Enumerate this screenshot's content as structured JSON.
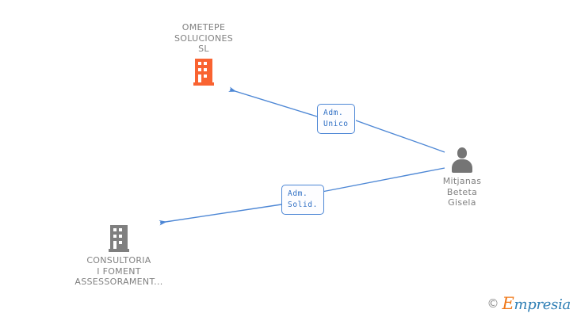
{
  "diagram": {
    "type": "corporate-relationship-graph",
    "background_color": "#ffffff",
    "edge_color": "#4d87d5",
    "company_color": "#f96331",
    "related_company_color": "#7f7f7f",
    "person_color": "#757575",
    "label_text_color": "#808080"
  },
  "nodes": {
    "company": {
      "label": "OMETEPE\nSOLUCIONES\nSL",
      "icon": "building-icon",
      "color": "#f96331",
      "label_position": "above"
    },
    "person": {
      "label": "Mitjanas\nBeteta\nGisela",
      "icon": "person-icon",
      "color": "#757575",
      "label_position": "below"
    },
    "related_company": {
      "label": "CONSULTORIA\nI FOMENT\nASSESSORAMENT...",
      "icon": "building-icon",
      "color": "#7f7f7f",
      "label_position": "below"
    }
  },
  "edges": [
    {
      "id": "edge-adm-unico",
      "from": "person",
      "to": "company",
      "label": "Adm.\nUnico",
      "color": "#4d87d5"
    },
    {
      "id": "edge-adm-solid",
      "from": "person",
      "to": "related_company",
      "label": "Adm.\nSolid.",
      "color": "#4d87d5"
    }
  ],
  "watermark": {
    "copyright": "©",
    "brand_initial": "E",
    "brand_rest": "mpresia",
    "brand_color": "#2f7fb5",
    "initial_color": "#f07818"
  }
}
